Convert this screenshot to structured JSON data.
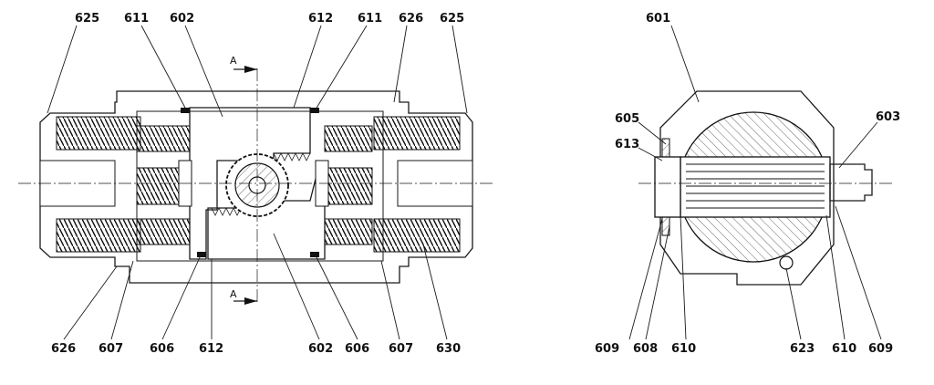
{
  "section_marks": {
    "top": "A",
    "bottom": "A"
  },
  "left_view_labels": {
    "top": [
      "625",
      "611",
      "602",
      "612",
      "611",
      "626",
      "625"
    ],
    "bottom": [
      "626",
      "607",
      "606",
      "612",
      "602",
      "606",
      "607",
      "630"
    ]
  },
  "right_view_labels": {
    "top": [
      "601"
    ],
    "side": [
      "605",
      "613",
      "603"
    ],
    "bottom": [
      "609",
      "608",
      "610",
      "623",
      "610",
      "609"
    ]
  }
}
